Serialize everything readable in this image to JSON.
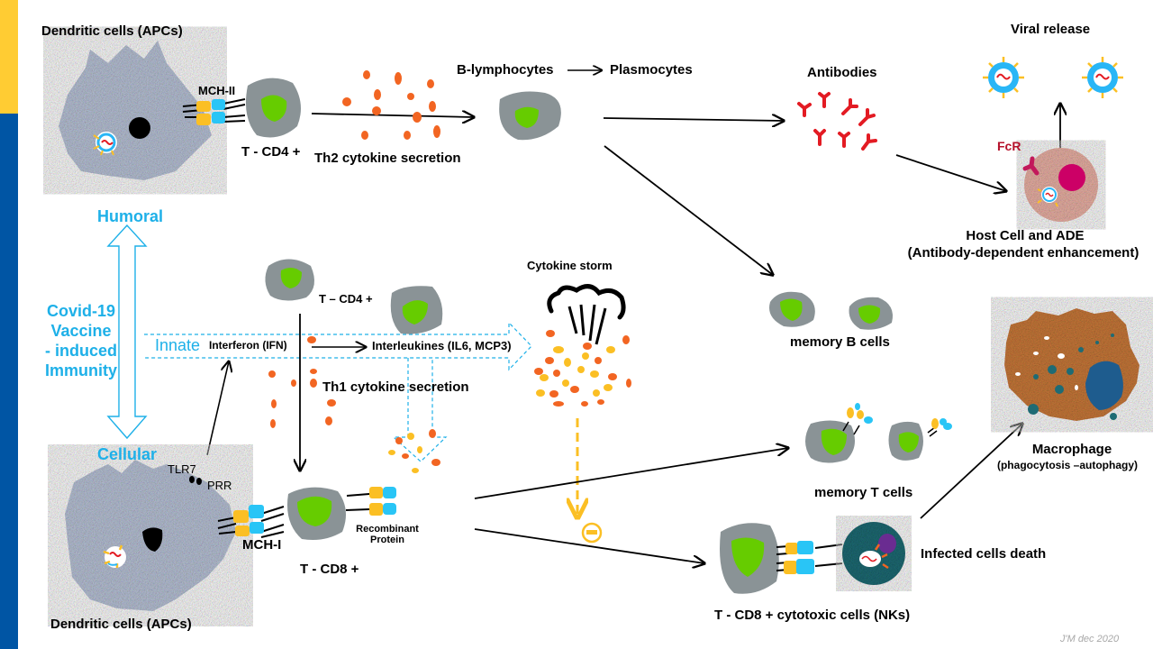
{
  "slide": {
    "title": "Covid-19 Vaccine - induced Immunity",
    "credit": "J'M dec 2020",
    "colors": {
      "stripe_top": "#FFCC33",
      "stripe_bottom": "#0055A4",
      "accent_blue": "#1EB0E8",
      "cytokine_orange": "#F26522",
      "cytokine_yellow": "#FBBF24",
      "nucleus_green": "#66CC00",
      "cell_gray": "#8A9396",
      "antibody_red": "#E31B23",
      "fcr_magenta": "#C2185B",
      "macrophage_brown": "#C8793A",
      "infected_teal": "#1E6B74"
    }
  },
  "axis": {
    "humoral": "Humoral",
    "cellular": "Cellular",
    "center_lines": [
      "Covid-19",
      "Vaccine",
      "- induced",
      "Immunity"
    ],
    "innate": "Innate"
  },
  "top_pathway": {
    "dendritic_cells": "Dendritic cells (APCs)",
    "mhc2": "MCH-II",
    "tcd4": "T - CD4 +",
    "th2": "Th2 cytokine secretion",
    "b_lymphocytes": "B-lymphocytes",
    "plasmocytes": "Plasmocytes",
    "antibodies": "Antibodies",
    "viral_release": "Viral release",
    "fcr": "FcR",
    "host_cell": "Host Cell and ADE",
    "ade": "(Antibody-dependent enhancement)",
    "memory_b": "memory B cells"
  },
  "innate_pathway": {
    "tcd4": "T – CD4 +",
    "interferon": "Interferon  (IFN)",
    "interleukines": "Interleukines (IL6, MCP3)",
    "th1": "Th1 cytokine secretion",
    "cytokine_storm": "Cytokine storm"
  },
  "bottom_pathway": {
    "tlr7": "TLR7",
    "prr": "PRR",
    "mhc1": "MCH-I",
    "tcd8": "T - CD8 +",
    "recombinant_1": "Recombinant",
    "recombinant_2": "Protein",
    "dendritic_cells": "Dendritic cells (APCs)",
    "memory_t": "memory T cells",
    "macrophage": "Macrophage",
    "macrophage_sub": "(phagocytosis  –autophagy)",
    "infected_death": "Infected cells death",
    "cytotoxic": "T - CD8 + cytotoxic cells (NKs)"
  }
}
